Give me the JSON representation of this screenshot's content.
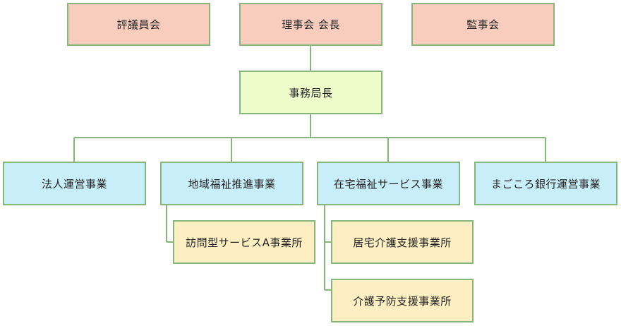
{
  "top": {
    "council": "評議員会",
    "board": "理事会 会長",
    "auditors": "監事会"
  },
  "secretary_general": "事務局長",
  "departments": {
    "corporate": "法人運営事業",
    "community": "地域福祉推進事業",
    "home_welfare": "在宅福祉サービス事業",
    "magokoro_bank": "まごころ銀行運営事業"
  },
  "offices": {
    "visiting_service": "訪問型サービスA事業所",
    "home_care_support": "居宅介護支援事業所",
    "care_prevention": "介護予防支援事業所"
  },
  "colors": {
    "border": "#86b77a",
    "top_fill": "#f8cdbd",
    "secretary_fill": "#eefccb",
    "department_fill": "#c7eef9",
    "office_fill": "#fdefc2"
  }
}
